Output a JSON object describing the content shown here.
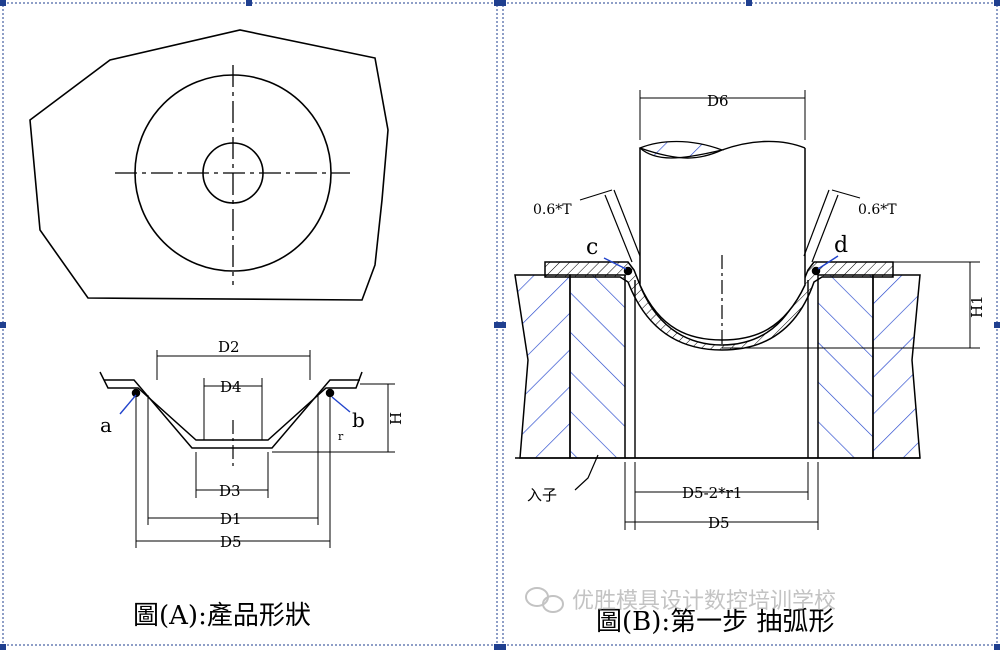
{
  "figure_a": {
    "caption": "圖(A):產品形狀",
    "labels": {
      "d2": "D2",
      "d4": "D4",
      "d3": "D3",
      "d1": "D1",
      "d5": "D5",
      "h": "H",
      "a": "a",
      "b": "b",
      "r": "r"
    }
  },
  "figure_b": {
    "caption": "圖(B):第一步 抽弧形",
    "labels": {
      "d6": "D6",
      "t_left": "0.6*T",
      "t_right": "0.6*T",
      "c": "c",
      "d": "d",
      "h1": "H1",
      "insert": "入子",
      "d5_2r1": "D5-2*r1",
      "d5": "D5"
    }
  },
  "watermark": "优胜模具设计数控培训学校",
  "colors": {
    "hatch": "#2244cc",
    "selection": "#1f3f8f",
    "outline": "#000000"
  }
}
